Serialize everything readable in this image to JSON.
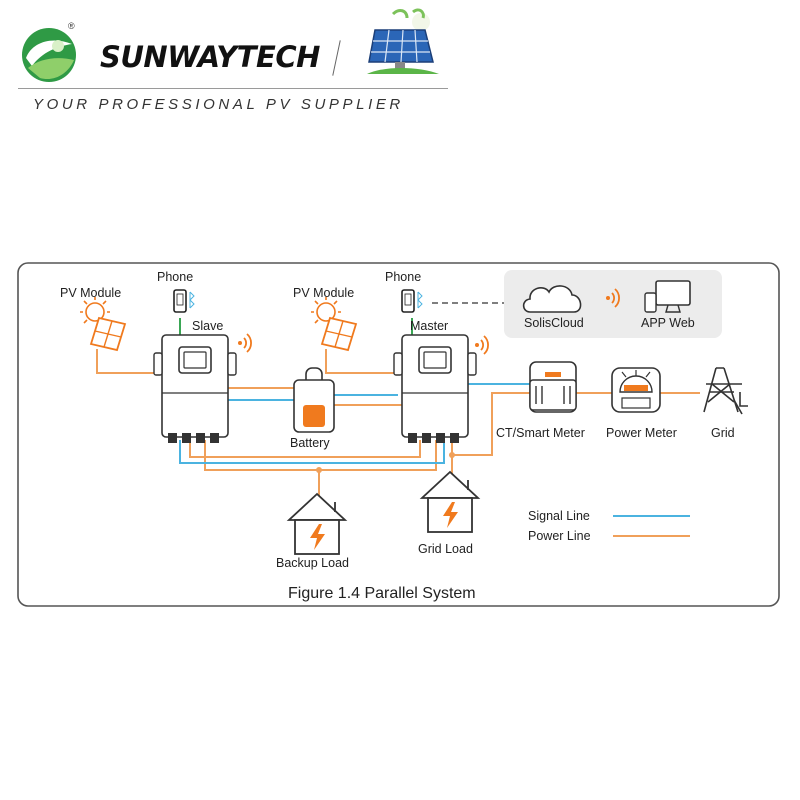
{
  "brand": {
    "name": "SUNWAYTECH",
    "registered_mark": "®",
    "tagline": "YOUR PROFESSIONAL PV SUPPLIER"
  },
  "diagram": {
    "labels": {
      "pv_module_left": "PV Module",
      "pv_module_right": "PV Module",
      "phone_left": "Phone",
      "phone_right": "Phone",
      "slave": "Slave",
      "master": "Master",
      "battery": "Battery",
      "solis_cloud": "SolisCloud",
      "app_web": "APP Web",
      "ct_smart_meter": "CT/Smart Meter",
      "power_meter": "Power Meter",
      "grid": "Grid",
      "backup_load": "Backup Load",
      "grid_load": "Grid Load",
      "signal_line": "Signal Line",
      "power_line": "Power Line"
    },
    "caption": "Figure 1.4 Parallel System",
    "colors": {
      "power_line": "#f0a05a",
      "signal_line": "#4bb3e0",
      "accent_orange": "#f07a1e",
      "outline": "#333333",
      "green_wire": "#3aa655",
      "cloud_panel": "#ececec"
    }
  }
}
